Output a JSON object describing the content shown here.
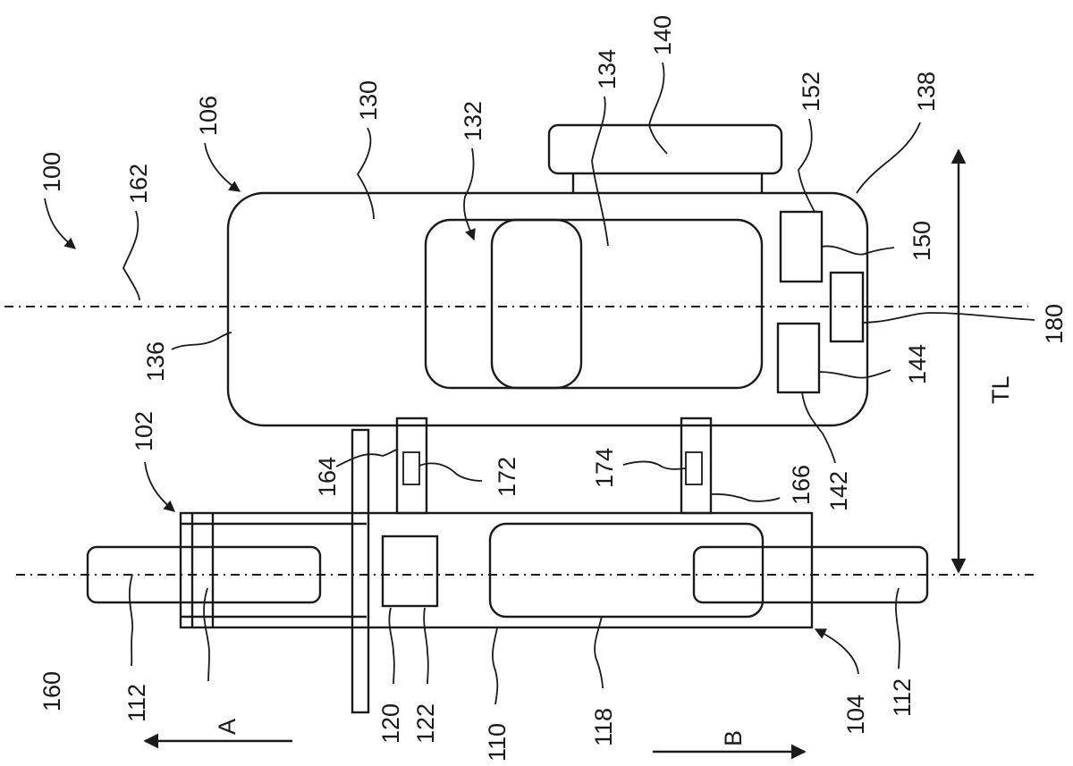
{
  "figure": {
    "type": "patent drawing",
    "colors": {
      "line": "#1a1a1a",
      "background": "#ffffff"
    }
  },
  "labels": {
    "system": "100",
    "tow_vehicle_ref": "102",
    "front_end_ref": "104",
    "towed_vehicle_ref": "106",
    "frame": "110",
    "wheels_tow_front": "112",
    "wheels_tow_rear": "112",
    "cab": "118",
    "unit_120": "120",
    "unit_122": "122",
    "towed_body": "130",
    "cabin_ref": "132",
    "roof": "134",
    "front_edge": "136",
    "rear_edge": "138",
    "spare_wheel": "140",
    "module_142": "142",
    "module_144": "144",
    "module_150": "150",
    "module_152": "152",
    "axis_tow": "160",
    "axis_towed": "162",
    "bracket_164": "164",
    "bracket_166": "166",
    "sensor_172": "172",
    "sensor_174": "174",
    "module_180": "180",
    "dimension": "TL",
    "direction_a": "A",
    "direction_b": "B"
  }
}
